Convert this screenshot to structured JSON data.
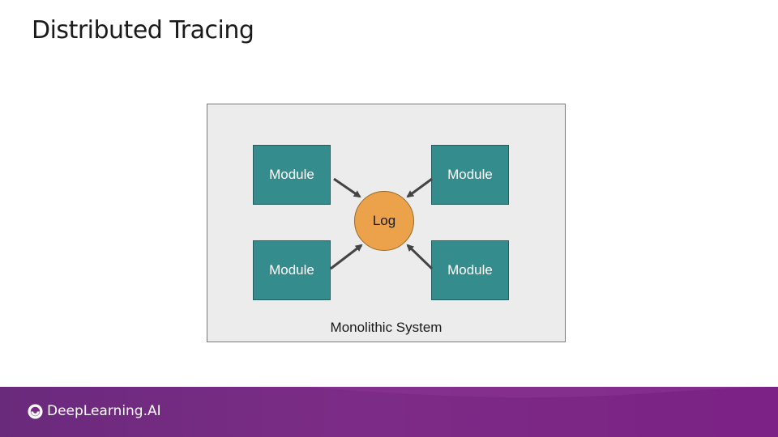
{
  "slide": {
    "title": "Distributed Tracing"
  },
  "diagram": {
    "system_label": "Monolithic System",
    "center_node": "Log",
    "modules": [
      {
        "label": "Module"
      },
      {
        "label": "Module"
      },
      {
        "label": "Module"
      },
      {
        "label": "Module"
      }
    ],
    "colors": {
      "module_fill": "#358c8c",
      "log_fill": "#eba24a",
      "system_fill": "#ececec",
      "arrow": "#444444"
    }
  },
  "footer": {
    "brand": "DeepLearning.AI",
    "gradient": [
      "#6a2a7c",
      "#7c2186"
    ]
  }
}
